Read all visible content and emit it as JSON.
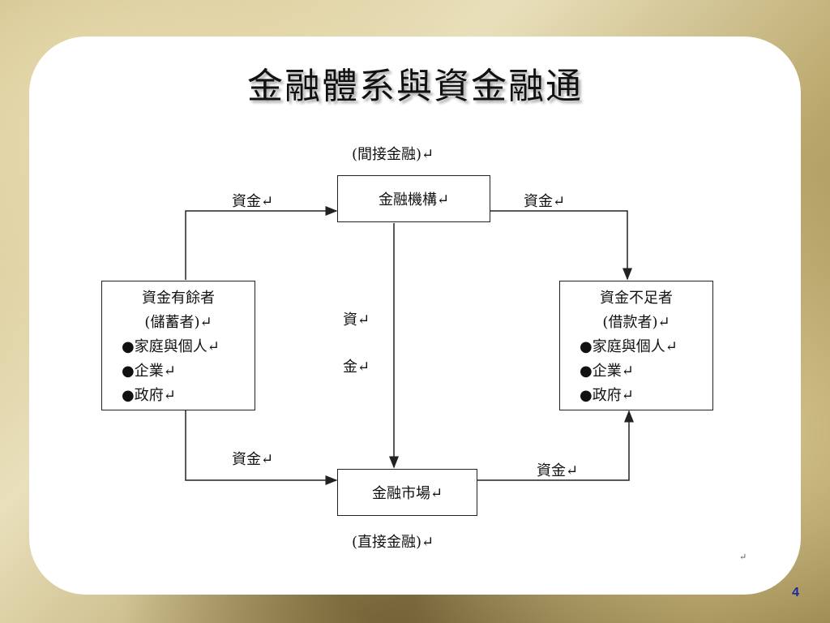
{
  "slide": {
    "title": "金融體系與資金融通",
    "page_number": "4",
    "trailing_mark": "↵"
  },
  "diagram": {
    "indirect_label": "(間接金融)↵",
    "direct_label": "(直接金融)↵",
    "institution_box": "金融機構↵",
    "market_box": "金融市場↵",
    "surplus_box": {
      "title": "資金有餘者",
      "subtitle": "(儲蓄者)↵",
      "items": [
        "●家庭與個人↵",
        "●企業↵",
        "●政府↵"
      ]
    },
    "deficit_box": {
      "title": "資金不足者",
      "subtitle": "(借款者)↵",
      "items": [
        "●家庭與個人↵",
        "●企業↵",
        "●政府↵"
      ]
    },
    "flow_labels": {
      "surplus_to_institution": "資金↵",
      "institution_to_deficit": "資金↵",
      "surplus_to_market": "資金↵",
      "market_to_deficit": "資金↵",
      "institution_to_market_top": "資↵",
      "institution_to_market_bottom": "金↵"
    }
  },
  "colors": {
    "page_number": "#1a2a9c",
    "line": "#222222",
    "card": "#ffffff"
  }
}
